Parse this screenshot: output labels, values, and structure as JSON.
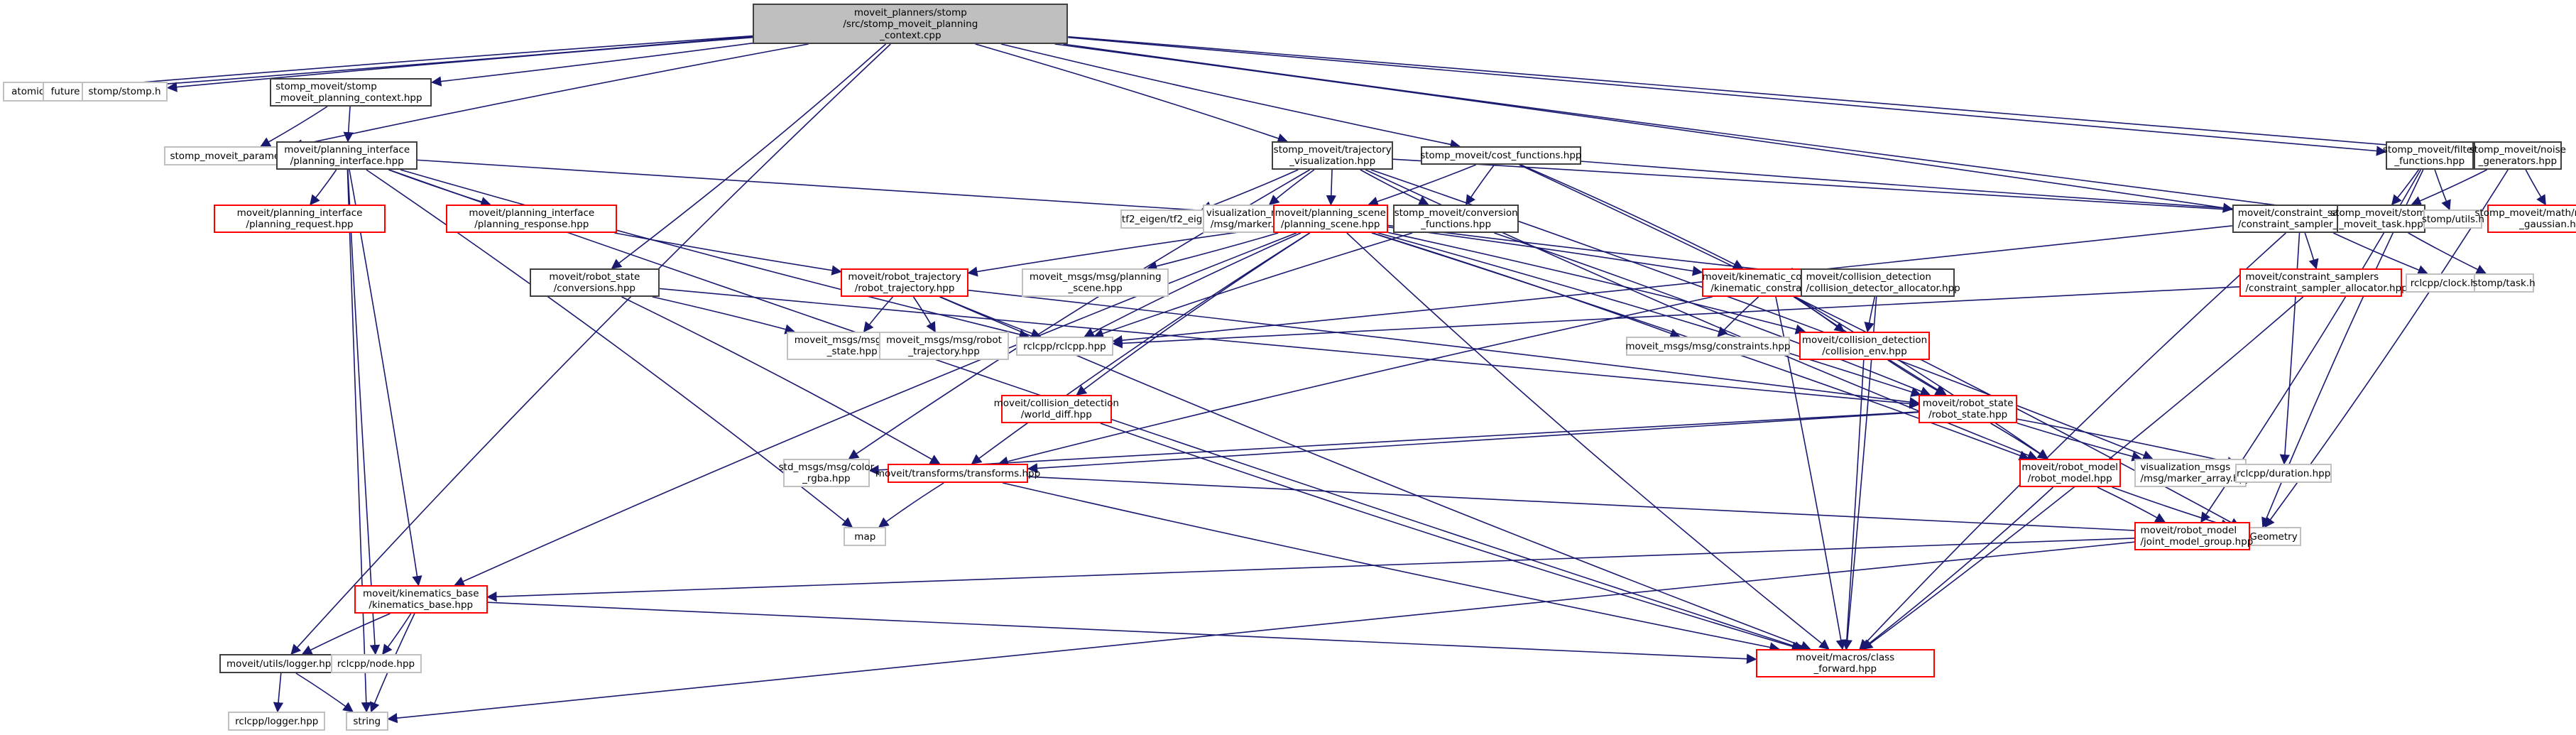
{
  "diagram": {
    "title": "Include dependency graph for stomp_moveit_planning_context.cpp",
    "edge_color": "#191970",
    "legend_colors": {
      "root_fill": "#bfbfbf",
      "documented_border": "#404040",
      "undocumented_border": "#ff0000",
      "external_border": "#c0c0c0"
    },
    "nodes": {
      "root": "moveit_planners/stomp\n/src/stomp_moveit_planning\n_context.cpp",
      "atomic": "atomic",
      "future": "future",
      "stomp_h": "stomp/stomp.h",
      "planning_context_hpp": "stomp_moveit/stomp\n_moveit_planning_context.hpp",
      "parameters_hpp": "stomp_moveit_parameters.hpp",
      "planning_interface": "moveit/planning_interface\n/planning_interface.hpp",
      "planning_request": "moveit/planning_interface\n/planning_request.hpp",
      "planning_response": "moveit/planning_interface\n/planning_response.hpp",
      "rs_conversions": "moveit/robot_state\n/conversions.hpp",
      "robot_trajectory": "moveit/robot_trajectory\n/robot_trajectory.hpp",
      "trajectory_visualization": "stomp_moveit/trajectory\n_visualization.hpp",
      "cost_functions": "stomp_moveit/cost_functions.hpp",
      "tf2_eigen": "tf2_eigen/tf2_eigen.hpp",
      "vis_marker": "visualization_msgs\n/msg/marker.hpp",
      "planning_scene": "moveit/planning_scene\n/planning_scene.hpp",
      "conversion_functions": "stomp_moveit/conversion\n_functions.hpp",
      "cs_manager": "moveit/constraint_samplers\n/constraint_sampler_manager.hpp",
      "stomp_moveit_task": "stomp_moveit/stomp\n_moveit_task.hpp",
      "filter_functions": "stomp_moveit/filter\n_functions.hpp",
      "noise_generators": "stomp_moveit/noise\n_generators.hpp",
      "stomp_utils": "stomp/utils.h",
      "multivariate_gaussian": "stomp_moveit/math/multivariate\n_gaussian.hpp",
      "msg_planning_scene": "moveit_msgs/msg/planning\n_scene.hpp",
      "msg_robot_state": "moveit_msgs/msg/robot\n_state.hpp",
      "msg_robot_trajectory": "moveit_msgs/msg/robot\n_trajectory.hpp",
      "rclcpp_hpp": "rclcpp/rclcpp.hpp",
      "kinematic_constraint": "moveit/kinematic_constraints\n/kinematic_constraint.hpp",
      "cd_allocator": "moveit/collision_detection\n/collision_detector_allocator.hpp",
      "cs_allocator": "moveit/constraint_samplers\n/constraint_sampler_allocator.hpp",
      "rclcpp_clock": "rclcpp/clock.hpp",
      "stomp_task": "stomp/task.h",
      "msg_constraints": "moveit_msgs/msg/constraints.hpp",
      "collision_env": "moveit/collision_detection\n/collision_env.hpp",
      "world_diff": "moveit/collision_detection\n/world_diff.hpp",
      "robot_state": "moveit/robot_state\n/robot_state.hpp",
      "color_rgba": "std_msgs/msg/color\n_rgba.hpp",
      "transforms": "moveit/transforms/transforms.hpp",
      "robot_model": "moveit/robot_model\n/robot_model.hpp",
      "marker_array": "visualization_msgs\n/msg/marker_array.hpp",
      "rclcpp_duration": "rclcpp/duration.hpp",
      "map": "map",
      "eigen_geometry": "Eigen/Geometry",
      "joint_model_group": "moveit/robot_model\n/joint_model_group.hpp",
      "kinematics_base": "moveit/kinematics_base\n/kinematics_base.hpp",
      "logger": "moveit/utils/logger.hpp",
      "rclcpp_node": "rclcpp/node.hpp",
      "class_forward": "moveit/macros/class\n_forward.hpp",
      "rclcpp_logger": "rclcpp/logger.hpp",
      "string": "string"
    },
    "edges": [
      [
        "root",
        "atomic"
      ],
      [
        "root",
        "future"
      ],
      [
        "root",
        "stomp_h"
      ],
      [
        "root",
        "planning_context_hpp"
      ],
      [
        "root",
        "parameters_hpp"
      ],
      [
        "root",
        "rs_conversions"
      ],
      [
        "root",
        "logger"
      ],
      [
        "root",
        "trajectory_visualization"
      ],
      [
        "root",
        "cost_functions"
      ],
      [
        "root",
        "cs_manager"
      ],
      [
        "root",
        "stomp_moveit_task"
      ],
      [
        "root",
        "filter_functions"
      ],
      [
        "root",
        "noise_generators"
      ],
      [
        "planning_context_hpp",
        "parameters_hpp"
      ],
      [
        "planning_context_hpp",
        "planning_interface"
      ],
      [
        "planning_interface",
        "planning_request"
      ],
      [
        "planning_interface",
        "planning_response"
      ],
      [
        "planning_interface",
        "planning_scene"
      ],
      [
        "planning_interface",
        "rclcpp_hpp"
      ],
      [
        "planning_interface",
        "map"
      ],
      [
        "planning_interface",
        "class_forward"
      ],
      [
        "planning_interface",
        "string"
      ],
      [
        "planning_interface",
        "rclcpp_node"
      ],
      [
        "planning_interface",
        "kinematics_base"
      ],
      [
        "planning_response",
        "robot_trajectory"
      ],
      [
        "rs_conversions",
        "msg_robot_state"
      ],
      [
        "rs_conversions",
        "robot_state"
      ],
      [
        "rs_conversions",
        "transforms"
      ],
      [
        "robot_trajectory",
        "msg_robot_state"
      ],
      [
        "robot_trajectory",
        "msg_robot_trajectory"
      ],
      [
        "robot_trajectory",
        "rclcpp_hpp"
      ],
      [
        "robot_trajectory",
        "robot_state"
      ],
      [
        "robot_trajectory",
        "class_forward"
      ],
      [
        "trajectory_visualization",
        "tf2_eigen"
      ],
      [
        "trajectory_visualization",
        "vis_marker"
      ],
      [
        "trajectory_visualization",
        "planning_scene"
      ],
      [
        "trajectory_visualization",
        "conversion_functions"
      ],
      [
        "trajectory_visualization",
        "stomp_moveit_task"
      ],
      [
        "trajectory_visualization",
        "color_rgba"
      ],
      [
        "trajectory_visualization",
        "marker_array"
      ],
      [
        "trajectory_visualization",
        "robot_model"
      ],
      [
        "cost_functions",
        "planning_scene"
      ],
      [
        "cost_functions",
        "conversion_functions"
      ],
      [
        "cost_functions",
        "kinematic_constraint"
      ],
      [
        "cost_functions",
        "stomp_moveit_task"
      ],
      [
        "cost_functions",
        "eigen_geometry"
      ],
      [
        "planning_scene",
        "robot_trajectory"
      ],
      [
        "planning_scene",
        "msg_planning_scene"
      ],
      [
        "planning_scene",
        "rclcpp_hpp"
      ],
      [
        "planning_scene",
        "kinematic_constraint"
      ],
      [
        "planning_scene",
        "cd_allocator"
      ],
      [
        "planning_scene",
        "collision_env"
      ],
      [
        "planning_scene",
        "world_diff"
      ],
      [
        "planning_scene",
        "robot_state"
      ],
      [
        "planning_scene",
        "transforms"
      ],
      [
        "planning_scene",
        "robot_model"
      ],
      [
        "planning_scene",
        "class_forward"
      ],
      [
        "planning_scene",
        "msg_constraints"
      ],
      [
        "planning_scene",
        "kinematics_base"
      ],
      [
        "conversion_functions",
        "robot_state"
      ],
      [
        "conversion_functions",
        "rclcpp_hpp"
      ],
      [
        "cs_manager",
        "cs_allocator"
      ],
      [
        "cs_manager",
        "rclcpp_clock"
      ],
      [
        "cs_manager",
        "rclcpp_duration"
      ],
      [
        "cs_manager",
        "class_forward"
      ],
      [
        "cs_manager",
        "rclcpp_hpp"
      ],
      [
        "cs_allocator",
        "rclcpp_hpp"
      ],
      [
        "cs_allocator",
        "class_forward"
      ],
      [
        "stomp_moveit_task",
        "stomp_task"
      ],
      [
        "filter_functions",
        "stomp_moveit_task"
      ],
      [
        "filter_functions",
        "stomp_utils"
      ],
      [
        "filter_functions",
        "joint_model_group"
      ],
      [
        "filter_functions",
        "eigen_geometry"
      ],
      [
        "noise_generators",
        "stomp_moveit_task"
      ],
      [
        "noise_generators",
        "multivariate_gaussian"
      ],
      [
        "noise_generators",
        "eigen_geometry"
      ],
      [
        "kinematic_constraint",
        "msg_constraints"
      ],
      [
        "kinematic_constraint",
        "collision_env"
      ],
      [
        "kinematic_constraint",
        "robot_state"
      ],
      [
        "kinematic_constraint",
        "robot_model"
      ],
      [
        "kinematic_constraint",
        "transforms"
      ],
      [
        "kinematic_constraint",
        "class_forward"
      ],
      [
        "cd_allocator",
        "collision_env"
      ],
      [
        "cd_allocator",
        "class_forward"
      ],
      [
        "collision_env",
        "robot_state"
      ],
      [
        "collision_env",
        "class_forward"
      ],
      [
        "world_diff",
        "class_forward"
      ],
      [
        "robot_state",
        "robot_model"
      ],
      [
        "robot_state",
        "transforms"
      ],
      [
        "robot_state",
        "color_rgba"
      ],
      [
        "robot_state",
        "marker_array"
      ],
      [
        "robot_state",
        "rclcpp_duration"
      ],
      [
        "transforms",
        "map"
      ],
      [
        "transforms",
        "eigen_geometry"
      ],
      [
        "transforms",
        "class_forward"
      ],
      [
        "robot_model",
        "joint_model_group"
      ],
      [
        "robot_model",
        "eigen_geometry"
      ],
      [
        "robot_model",
        "class_forward"
      ],
      [
        "joint_model_group",
        "kinematics_base"
      ],
      [
        "joint_model_group",
        "string"
      ],
      [
        "kinematics_base",
        "logger"
      ],
      [
        "kinematics_base",
        "rclcpp_node"
      ],
      [
        "kinematics_base",
        "string"
      ],
      [
        "kinematics_base",
        "class_forward"
      ],
      [
        "logger",
        "rclcpp_logger"
      ],
      [
        "logger",
        "string"
      ]
    ]
  }
}
